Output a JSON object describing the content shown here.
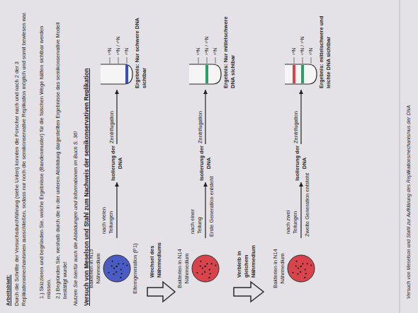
{
  "diagram": {
    "title": "Versuch von Meselson und Stahl zum Nachweis der semikonservativen Replikation",
    "caption": "Versuch von Meselson und Stahl zur Aufklärung des Replikationsmechanismus der DNA",
    "nodes": [
      {
        "text": [
          "Bakterien in N15 Nährmedium",
          "Elterngeneration (P1)"
        ]
      },
      {
        "text": [
          "¹⁴N",
          "¹⁴N / ¹⁵N",
          "¹⁵N",
          "Ergebnis: Nur schwere DNA sichtbar"
        ]
      },
      {
        "text": [
          "Bakterien in N14 Nährmedium"
        ]
      },
      {
        "text": [
          "¹⁴N",
          "¹⁴N / ¹⁵N",
          "¹⁵N",
          "Ergebnis: Nur mittelschwere DNA sichtbar"
        ]
      },
      {
        "text": [
          "Bakterien in N14 Nährmedium"
        ]
      },
      {
        "text": [
          "¹⁴N",
          "¹⁴N / ¹⁵N",
          "¹⁵N",
          "Ergebnis: mittelschwere und leichte DNA sichtbar"
        ]
      }
    ],
    "edges": [
      {
        "from": 0,
        "to": 1,
        "arrow": "to",
        "label": "nach vielen Teilungen"
      },
      {
        "from": 2,
        "to": 3,
        "arrow": "to",
        "label": "nach einer Teilung"
      },
      {
        "from": 4,
        "to": 5,
        "arrow": "to",
        "label": "nach zwei Teilungen"
      }
    ],
    "labels": [
      "Arbeitsblatt:",
      "Durch die Schritte der Versuchsdurchführung (siehe Unten) konnten die Forscher nach und nach 2 der 3 Replikationsmechanismen ausschließen, sodass nur noch die semikonservative Replikation möglich und somit bewiesen war.",
      "1.) Skizzieren und begründen Sie, welche Ergebnisse (Bandenmuster) für die falschen Wege hätten sichtbar werden müssen.",
      "2.) Begründen Sie, weshalb durch die in der unteren Abbildung dargestellten Ergebnisse das semikonservative Modell bestätigt wurde!",
      "Nutzen Sie hierfür auch die Abbildungen und Informationen im Buch S. 36!",
      "Isolierung der DNA",
      "Zentrifugation",
      "Wechsel des Nährmediums",
      "Isolierung der DNA",
      "Erste Generation entsteht",
      "Zentrifugation",
      "Verbleib in gleichem Nährmedium",
      "Isolierung der DNA",
      "Zweite Generation entsteht",
      "Zentrifugation"
    ]
  }
}
